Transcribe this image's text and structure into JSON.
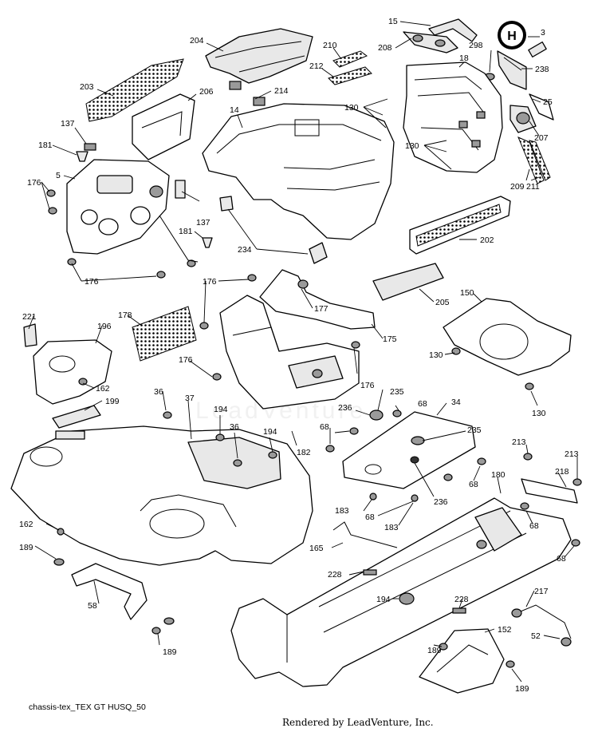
{
  "diagram": {
    "drawing_code": "chassis-tex_TEX GT HUSQ_50",
    "credit": "Rendered by LeadVenture, Inc.",
    "watermark": "LeadVenture",
    "brand_badge": "H"
  },
  "callouts": [
    {
      "id": "c15",
      "text": "15"
    },
    {
      "id": "c3",
      "text": "3"
    },
    {
      "id": "c204",
      "text": "204"
    },
    {
      "id": "c210",
      "text": "210"
    },
    {
      "id": "c208",
      "text": "208"
    },
    {
      "id": "c298",
      "text": "298"
    },
    {
      "id": "c18",
      "text": "18"
    },
    {
      "id": "c238",
      "text": "238"
    },
    {
      "id": "c212",
      "text": "212"
    },
    {
      "id": "c203",
      "text": "203"
    },
    {
      "id": "c206",
      "text": "206"
    },
    {
      "id": "c214",
      "text": "214"
    },
    {
      "id": "c25",
      "text": "25"
    },
    {
      "id": "c14",
      "text": "14"
    },
    {
      "id": "c130a",
      "text": "130"
    },
    {
      "id": "c137a",
      "text": "137"
    },
    {
      "id": "c207",
      "text": "207"
    },
    {
      "id": "c181a",
      "text": "181"
    },
    {
      "id": "c130b",
      "text": "130"
    },
    {
      "id": "c5",
      "text": "5"
    },
    {
      "id": "c176a",
      "text": "176"
    },
    {
      "id": "c209",
      "text": "209"
    },
    {
      "id": "c211",
      "text": "211"
    },
    {
      "id": "c137b",
      "text": "137"
    },
    {
      "id": "c181b",
      "text": "181"
    },
    {
      "id": "c202",
      "text": "202"
    },
    {
      "id": "c234",
      "text": "234"
    },
    {
      "id": "c176b",
      "text": "176"
    },
    {
      "id": "c176c",
      "text": "176"
    },
    {
      "id": "c177",
      "text": "177"
    },
    {
      "id": "c150",
      "text": "150"
    },
    {
      "id": "c205",
      "text": "205"
    },
    {
      "id": "c221",
      "text": "221"
    },
    {
      "id": "c178",
      "text": "178"
    },
    {
      "id": "c196",
      "text": "196"
    },
    {
      "id": "c175",
      "text": "175"
    },
    {
      "id": "c130c",
      "text": "130"
    },
    {
      "id": "c176d",
      "text": "176"
    },
    {
      "id": "c162a",
      "text": "162"
    },
    {
      "id": "c176e",
      "text": "176"
    },
    {
      "id": "c130d",
      "text": "130"
    },
    {
      "id": "c36a",
      "text": "36"
    },
    {
      "id": "c235a",
      "text": "235"
    },
    {
      "id": "c37",
      "text": "37"
    },
    {
      "id": "c199",
      "text": "199"
    },
    {
      "id": "c68a",
      "text": "68"
    },
    {
      "id": "c34",
      "text": "34"
    },
    {
      "id": "c194a",
      "text": "194"
    },
    {
      "id": "c236a",
      "text": "236"
    },
    {
      "id": "c36b",
      "text": "36"
    },
    {
      "id": "c194b",
      "text": "194"
    },
    {
      "id": "c68b",
      "text": "68"
    },
    {
      "id": "c235b",
      "text": "235"
    },
    {
      "id": "c182",
      "text": "182"
    },
    {
      "id": "c213a",
      "text": "213"
    },
    {
      "id": "c213b",
      "text": "213"
    },
    {
      "id": "c218",
      "text": "218"
    },
    {
      "id": "c180",
      "text": "180"
    },
    {
      "id": "c68c",
      "text": "68"
    },
    {
      "id": "c236b",
      "text": "236"
    },
    {
      "id": "c183a",
      "text": "183"
    },
    {
      "id": "c68d",
      "text": "68"
    },
    {
      "id": "c183b",
      "text": "183"
    },
    {
      "id": "c162b",
      "text": "162"
    },
    {
      "id": "c68e",
      "text": "68"
    },
    {
      "id": "c165",
      "text": "165"
    },
    {
      "id": "c189a",
      "text": "189"
    },
    {
      "id": "c68f",
      "text": "68"
    },
    {
      "id": "c228a",
      "text": "228"
    },
    {
      "id": "c58",
      "text": "58"
    },
    {
      "id": "c194c",
      "text": "194"
    },
    {
      "id": "c228b",
      "text": "228"
    },
    {
      "id": "c217",
      "text": "217"
    },
    {
      "id": "c189b",
      "text": "189"
    },
    {
      "id": "c152",
      "text": "152"
    },
    {
      "id": "c52",
      "text": "52"
    },
    {
      "id": "c189c",
      "text": "189"
    },
    {
      "id": "c189d",
      "text": "189"
    }
  ]
}
